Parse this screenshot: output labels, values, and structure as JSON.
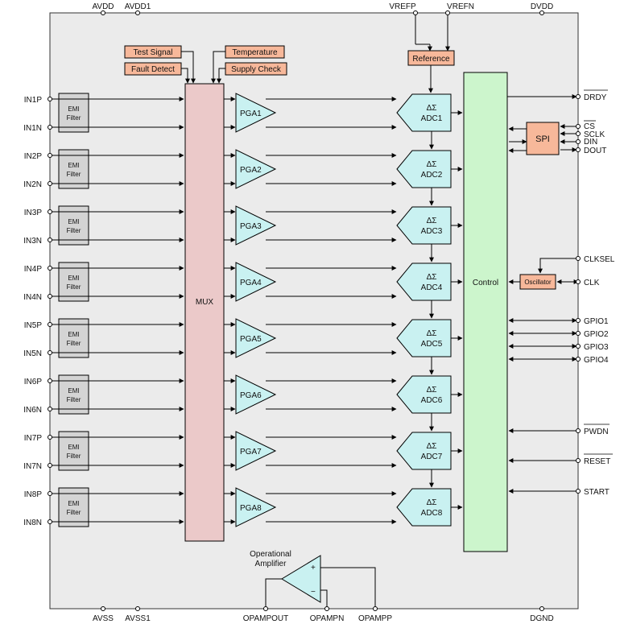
{
  "top_pins": {
    "avdd": "AVDD",
    "avdd1": "AVDD1",
    "vrefp": "VREFP",
    "vrefn": "VREFN",
    "dvdd": "DVDD"
  },
  "bottom_pins": {
    "avss": "AVSS",
    "avss1": "AVSS1",
    "opampout": "OPAMPOUT",
    "opampn": "OPAMPN",
    "opampp": "OPAMPP",
    "dgnd": "DGND"
  },
  "internal_sources": {
    "test_signal": "Test Signal",
    "temperature": "Temperature",
    "fault_detect": "Fault Detect",
    "supply_check": "Supply Check"
  },
  "reference": "Reference",
  "mux": "MUX",
  "control": "Control",
  "spi": "SPI",
  "oscillator": "Oscillator",
  "opamp": {
    "title_line1": "Operational",
    "title_line2": "Amplifier",
    "plus": "+",
    "minus": "−"
  },
  "emi_filter": {
    "line1": "EMI",
    "line2": "Filter"
  },
  "delta_sigma": "ΔΣ",
  "channels": [
    {
      "pos": "IN1P",
      "neg": "IN1N",
      "pga": "PGA1",
      "adc": "ADC1"
    },
    {
      "pos": "IN2P",
      "neg": "IN2N",
      "pga": "PGA2",
      "adc": "ADC2"
    },
    {
      "pos": "IN3P",
      "neg": "IN3N",
      "pga": "PGA3",
      "adc": "ADC3"
    },
    {
      "pos": "IN4P",
      "neg": "IN4N",
      "pga": "PGA4",
      "adc": "ADC4"
    },
    {
      "pos": "IN5P",
      "neg": "IN5N",
      "pga": "PGA5",
      "adc": "ADC5"
    },
    {
      "pos": "IN6P",
      "neg": "IN6N",
      "pga": "PGA6",
      "adc": "ADC6"
    },
    {
      "pos": "IN7P",
      "neg": "IN7N",
      "pga": "PGA7",
      "adc": "ADC7"
    },
    {
      "pos": "IN8P",
      "neg": "IN8N",
      "pga": "PGA8",
      "adc": "ADC8"
    }
  ],
  "right_pins": {
    "drdy": "DRDY",
    "cs": "CS",
    "sclk": "SCLK",
    "din": "DIN",
    "dout": "DOUT",
    "clksel": "CLKSEL",
    "clk": "CLK",
    "gpio1": "GPIO1",
    "gpio2": "GPIO2",
    "gpio3": "GPIO3",
    "gpio4": "GPIO4",
    "pwdn": "PWDN",
    "reset": "RESET",
    "start": "START"
  },
  "colors": {
    "chip_bg": "#ebebeb",
    "source_box": "#f7b89a",
    "mux": "#ebc9c9",
    "pga": "#c9f1f1",
    "control": "#ccf5cc",
    "emi": "#d4d4d4"
  }
}
